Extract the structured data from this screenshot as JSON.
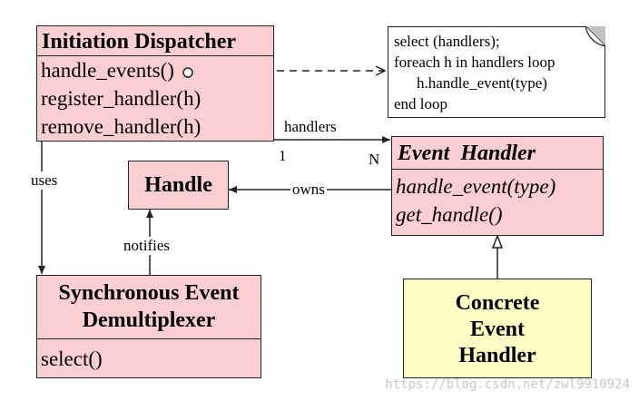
{
  "colors": {
    "class_fill": "#fbcfd1",
    "concrete_fill": "#fdfdc4",
    "stroke": "#222222"
  },
  "initiation_dispatcher": {
    "title": "Initiation Dispatcher",
    "methods": [
      "handle_events()",
      "register_handler(h)",
      "remove_handler(h)"
    ]
  },
  "note": {
    "lines": [
      "select (handlers);",
      "foreach h in handlers loop",
      "h.handle_event(type)",
      "end loop"
    ]
  },
  "event_handler": {
    "title": "Event  Handler",
    "methods": [
      "handle_event(type)",
      "get_handle()"
    ]
  },
  "handle": {
    "title": "Handle"
  },
  "demux": {
    "title_lines": [
      "Synchronous Event",
      "Demultiplexer"
    ],
    "methods": [
      "select()"
    ]
  },
  "concrete": {
    "title_lines": [
      "Concrete",
      "Event",
      "Handler"
    ]
  },
  "relations": {
    "handlers": "handlers",
    "mult_one": "1",
    "mult_many": "N",
    "uses": "uses",
    "owns": "owns",
    "notifies": "notifies"
  },
  "watermark": "https://blog.csdn.net/zwl9910924"
}
